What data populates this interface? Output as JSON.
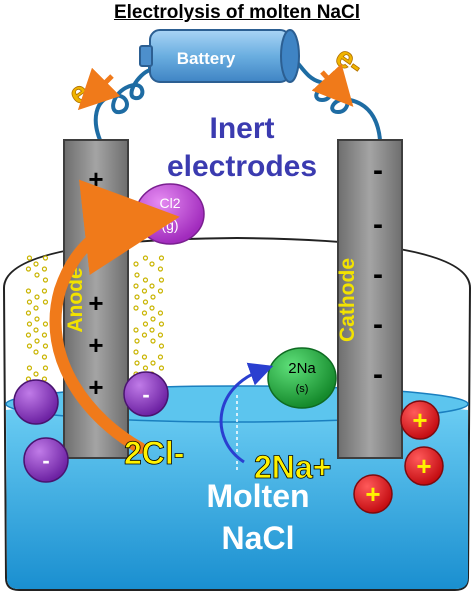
{
  "title": "Electrolysis of molten NaCl",
  "battery_label": "Battery",
  "electron_left": "e-",
  "electron_right": "e-",
  "inert_line1": "Inert",
  "inert_line2": "electrodes",
  "anode_label": "Anode",
  "cathode_label": "Cathode",
  "anode_signs": [
    "+",
    "+",
    "+",
    "+",
    "+",
    "+",
    "+"
  ],
  "cathode_signs": [
    "-",
    "-",
    "-",
    "-",
    "-",
    "-"
  ],
  "cl2_line1": "Cl2",
  "cl2_line2": "(g)",
  "na_line1": "2Na",
  "na_line2": "(s)",
  "chloride_text": "2Cl-",
  "sodium_text": "2Na+",
  "anion_symbol": "-",
  "cation_symbol": "+",
  "electrolyte_line1": "Molten",
  "electrolyte_line2": "NaCl",
  "colors": {
    "electrode": "#8a8a8a",
    "inert_text": "#3b3bb0",
    "electrode_label": "#f2e200",
    "liquid": "#29a9e0",
    "chloride_ion": "#8b3fc0",
    "sodium_ion": "#e5141c",
    "cl2_bubble": "#c33bd8",
    "na_bubble": "#1fb43a",
    "arrow_orange": "#f07a1a",
    "arrow_blue": "#2a3fd0",
    "ion_text": "#fff200"
  }
}
